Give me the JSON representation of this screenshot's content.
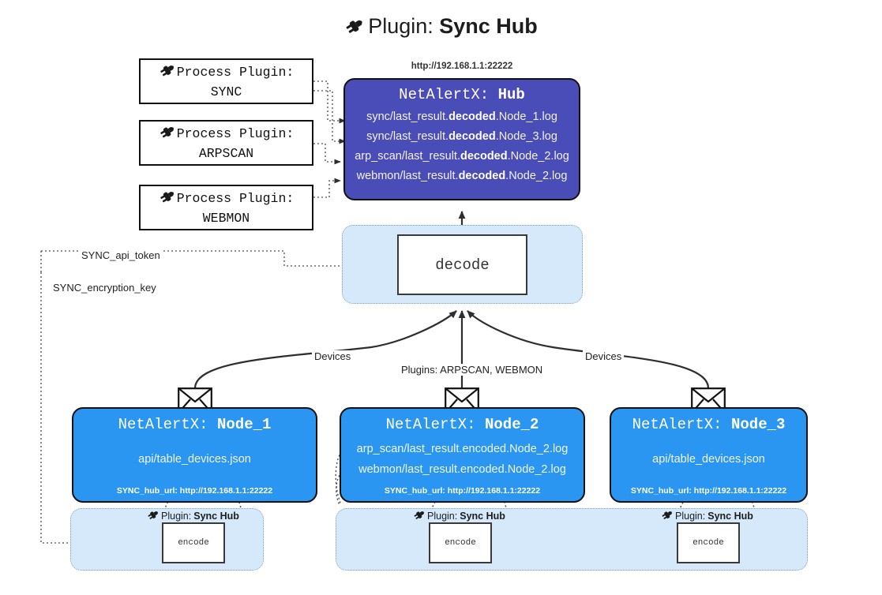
{
  "title": {
    "icon": "plug-icon",
    "prefix": "Plugin:",
    "name": "Sync Hub"
  },
  "process_plugins": [
    {
      "icon": "plug-icon",
      "line1": "Process Plugin:",
      "line2": "SYNC"
    },
    {
      "icon": "plug-icon",
      "line1": "Process Plugin:",
      "line2": "ARPSCAN"
    },
    {
      "icon": "plug-icon",
      "line1": "Process Plugin:",
      "line2": "WEBMON"
    }
  ],
  "hub": {
    "url": "http://192.168.1.1:22222",
    "title_prefix": "NetAlertX:",
    "title_name": "Hub",
    "logs": [
      {
        "pre": "sync/last_result.",
        "mid": "decoded",
        "post": ".Node_1.log"
      },
      {
        "pre": "sync/last_result.",
        "mid": "decoded",
        "post": ".Node_3.log"
      },
      {
        "pre": "arp_scan/last_result.",
        "mid": "decoded",
        "post": ".Node_2.log"
      },
      {
        "pre": "webmon/last_result.",
        "mid": "decoded",
        "post": ".Node_2.log"
      }
    ]
  },
  "decode": {
    "label": "decode"
  },
  "edge_labels": {
    "api_token": "SYNC_api_token",
    "encryption_key": "SYNC_encryption_key",
    "devices_left": "Devices",
    "devices_right": "Devices",
    "plugins_center": "Plugins: ARPSCAN, WEBMON"
  },
  "nodes": [
    {
      "icon": "envelope-icon",
      "title_prefix": "NetAlertX:",
      "title_name": "Node_1",
      "lines": [
        "api/table_devices.json"
      ],
      "footer": "SYNC_hub_url: http://192.168.1.1:22222"
    },
    {
      "icon": "envelope-icon",
      "title_prefix": "NetAlertX:",
      "title_name": "Node_2",
      "lines": [
        "arp_scan/last_result.encoded.Node_2.log",
        "webmon/last_result.encoded.Node_2.log"
      ],
      "footer": "SYNC_hub_url: http://192.168.1.1:22222"
    },
    {
      "icon": "envelope-icon",
      "title_prefix": "NetAlertX:",
      "title_name": "Node_3",
      "lines": [
        "api/table_devices.json"
      ],
      "footer": "SYNC_hub_url: http://192.168.1.1:22222"
    }
  ],
  "encoders": [
    {
      "icon": "plug-icon",
      "label_prefix": "Plugin:",
      "label_name": "Sync Hub",
      "box": "encode"
    },
    {
      "icon": "plug-icon",
      "label_prefix": "Plugin:",
      "label_name": "Sync Hub",
      "box": "encode"
    },
    {
      "icon": "plug-icon",
      "label_prefix": "Plugin:",
      "label_name": "Sync Hub",
      "box": "encode"
    }
  ],
  "colors": {
    "hub_fill": "#4a4cb8",
    "node_fill": "#2b96f1",
    "container_fill": "#d6e9fb",
    "container_border": "#7f9fbb",
    "stroke": "#111111"
  }
}
